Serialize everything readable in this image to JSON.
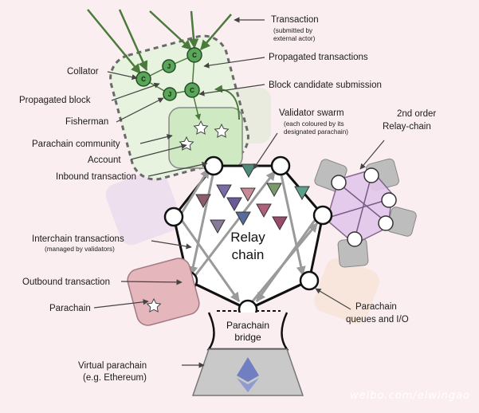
{
  "labels": {
    "transaction": "Transaction",
    "transaction_note_1": "(submitted by",
    "transaction_note_2": "external actor)",
    "collator": "Collator",
    "propagated_transactions": "Propagated transactions",
    "propagated_block": "Propagated block",
    "block_candidate_submission": "Block candidate submission",
    "fisherman": "Fisherman",
    "validator_swarm": "Validator swarm",
    "validator_swarm_note_1": "(each coloured by its",
    "validator_swarm_note_2": "designated parachain)",
    "second_order_1": "2nd order",
    "second_order_2": "Relay-chain",
    "parachain_community": "Parachain community",
    "account": "Account",
    "inbound_transaction": "Inbound transaction",
    "interchain_transactions": "Interchain transactions",
    "interchain_note": "(managed by validators)",
    "relay_chain_1": "Relay",
    "relay_chain_2": "chain",
    "outbound_transaction": "Outbound transaction",
    "parachain": "Parachain",
    "parachain_queues_1": "Parachain",
    "parachain_queues_2": "queues and I/O",
    "parachain_bridge_1": "Parachain",
    "parachain_bridge_2": "bridge",
    "virtual_parachain_1": "Virtual parachain",
    "virtual_parachain_2": "(e.g. Ethereum)"
  },
  "node_letters": {
    "collator": "C",
    "fisherman": "J"
  },
  "watermark": "weibo.com/elwingao",
  "colors": {
    "background": "#fbeef0",
    "community_green": "#cfe9c2",
    "collator_green": "#5aa55a",
    "arrow_green": "#4b7a3c",
    "relay_outline": "#111111",
    "arrow_grey": "#9a9a9a",
    "second_order_purple": "#e2c6ea",
    "parachain_pink": "#e6b6bd",
    "virtual_grey": "#c9c9c9",
    "ethereum_blue": "#6f7fc0"
  }
}
